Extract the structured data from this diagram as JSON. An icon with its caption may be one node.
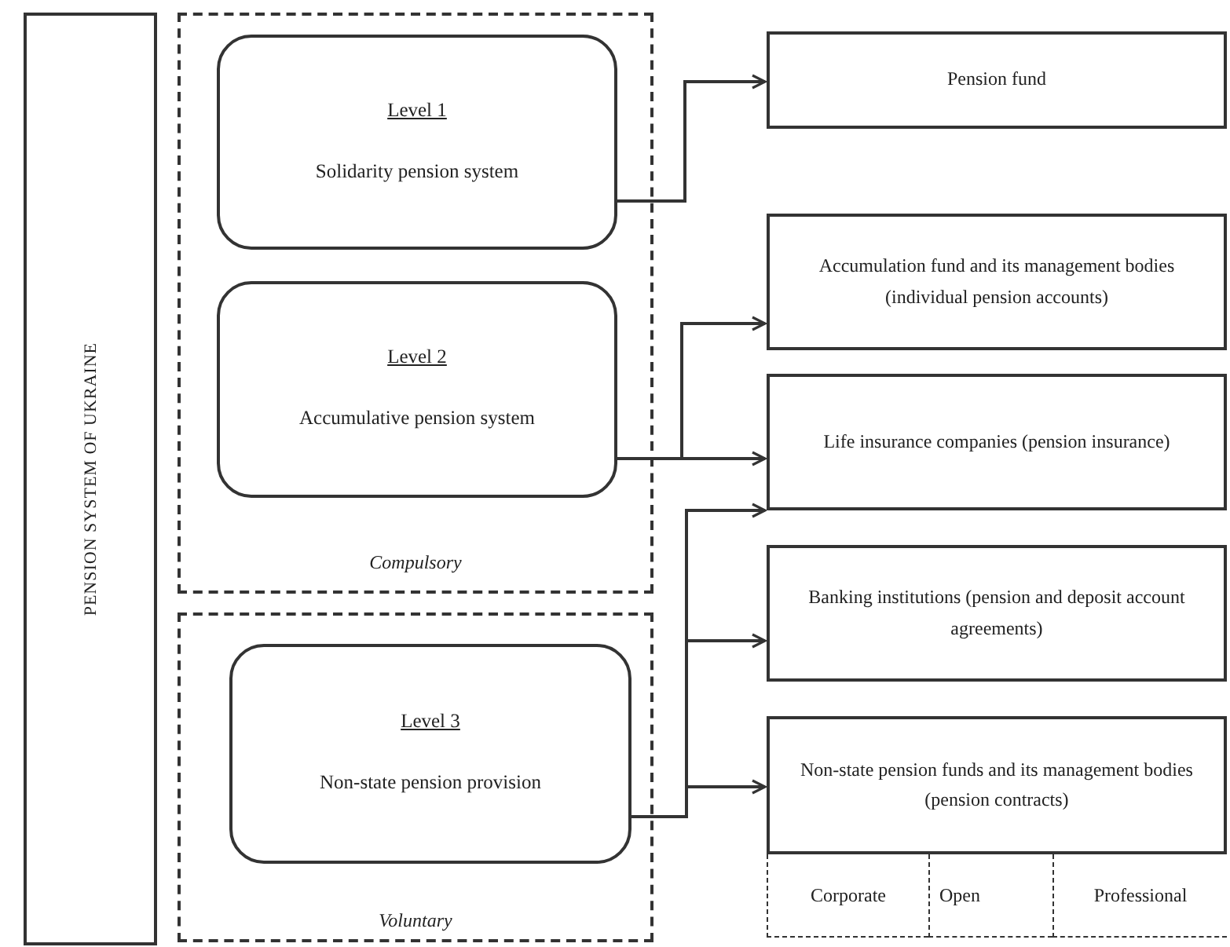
{
  "diagram": {
    "nodes": [
      {
        "text": [
          "PENSION SYSTEM OF UKRAINE"
        ]
      },
      {
        "text": [
          "Compulsory"
        ]
      },
      {
        "text": [
          "Level 1",
          "Solidarity pension system"
        ],
        "in": 1
      },
      {
        "text": [
          "Level 2",
          "Accumulative pension system"
        ],
        "in": 1
      },
      {
        "text": [
          "Voluntary"
        ]
      },
      {
        "text": [
          "Level 3",
          "Non-state pension provision"
        ],
        "in": 4
      },
      {
        "text": [
          "Pension fund"
        ]
      },
      {
        "text": [
          "Accumulation fund and its management bodies (individual pension accounts)"
        ]
      },
      {
        "text": [
          "Life insurance companies (pension insurance)"
        ]
      },
      {
        "text": [
          "Banking institutions (pension and deposit account agreements)"
        ]
      },
      {
        "text": [
          "Non-state pension funds and its management bodies (pension contracts)"
        ]
      },
      {
        "text": [
          "Corporate"
        ]
      },
      {
        "text": [
          "Open"
        ]
      },
      {
        "text": [
          "Professional"
        ]
      }
    ],
    "edges": [
      {
        "from": 2,
        "to": 6,
        "arrow": "to"
      },
      {
        "from": 3,
        "to": 7,
        "arrow": "to"
      },
      {
        "from": 3,
        "to": 8,
        "arrow": "to"
      },
      {
        "from": 5,
        "to": 8,
        "arrow": "to"
      },
      {
        "from": 5,
        "to": 9,
        "arrow": "to"
      },
      {
        "from": 5,
        "to": 10,
        "arrow": "to"
      }
    ]
  }
}
